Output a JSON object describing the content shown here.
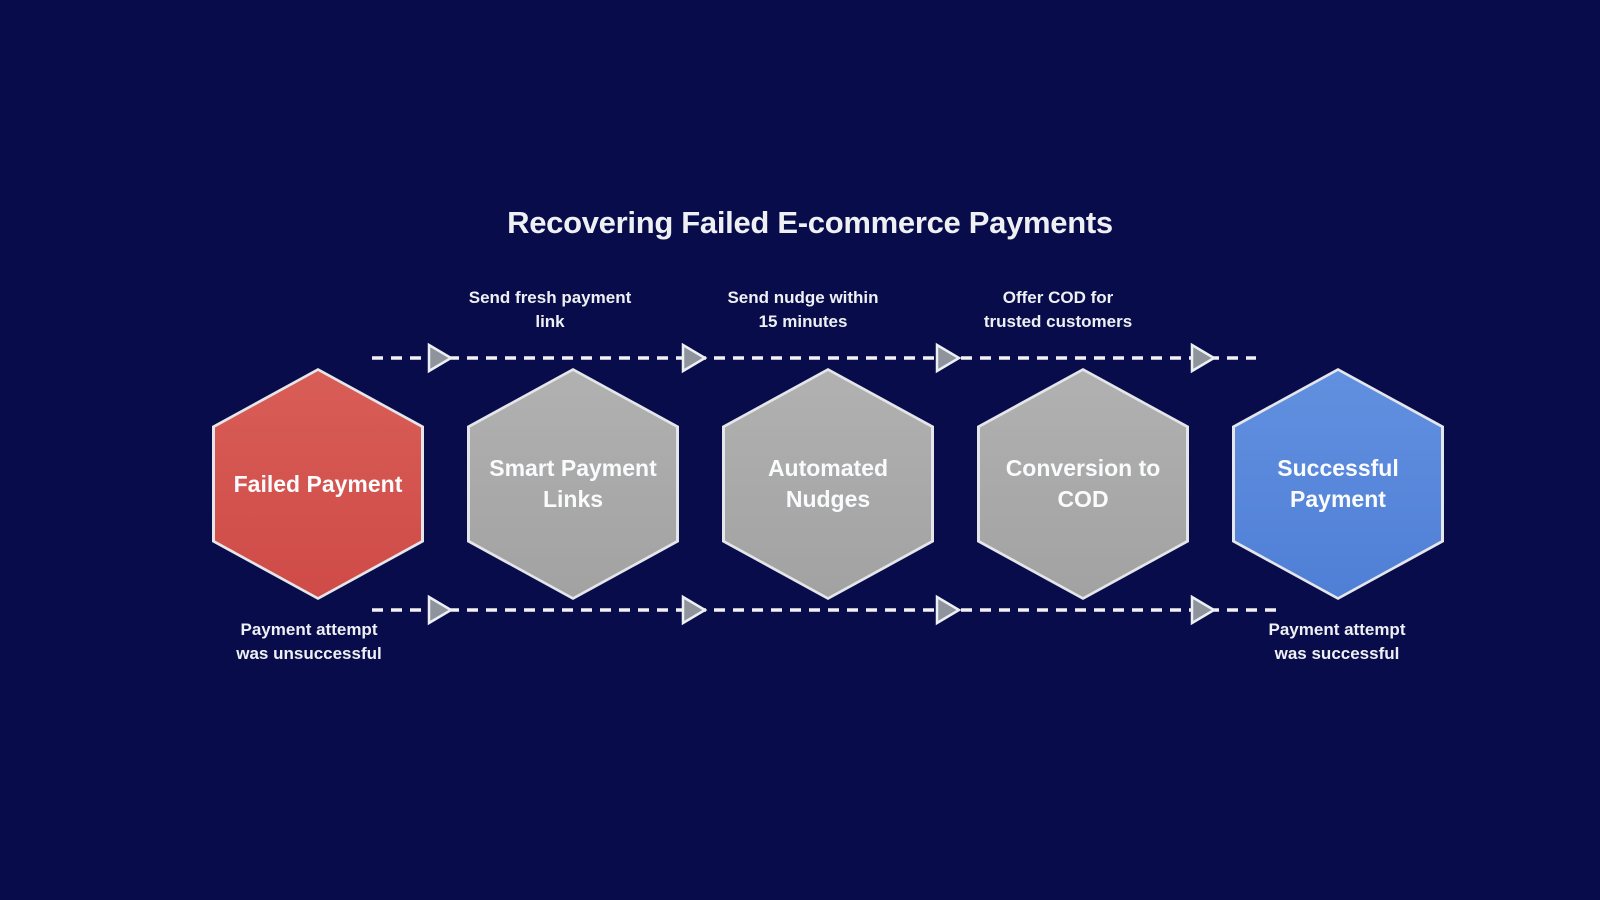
{
  "title": "Recovering Failed E-commerce Payments",
  "colors": {
    "background": "#080c4a",
    "text": "#eef0f4",
    "hex_border": "#e4e6ea",
    "dashed_line": "#f2f2f2",
    "arrowhead_fill": "#8e939c",
    "arrowhead_stroke": "#eceff3",
    "failed_red": "#d5544f",
    "step_gray": "#a9a9a9",
    "success_blue": "#5b8ddb"
  },
  "steps": [
    {
      "label": "Failed Payment",
      "fill_top": "#d95d57",
      "fill_bottom": "#cf4b48",
      "role": "start"
    },
    {
      "label": "Smart Payment\nLinks",
      "fill_top": "#b1b1b1",
      "fill_bottom": "#a2a2a2",
      "role": "middle"
    },
    {
      "label": "Automated\nNudges",
      "fill_top": "#b1b1b1",
      "fill_bottom": "#a2a2a2",
      "role": "middle"
    },
    {
      "label": "Conversion to\nCOD",
      "fill_top": "#b1b1b1",
      "fill_bottom": "#a2a2a2",
      "role": "middle"
    },
    {
      "label": "Successful\nPayment",
      "fill_top": "#6290e0",
      "fill_bottom": "#4f7fd6",
      "role": "end"
    }
  ],
  "transitions": [
    {
      "label": "Send fresh payment\nlink"
    },
    {
      "label": "Send nudge within\n15 minutes"
    },
    {
      "label": "Offer COD for\ntrusted customers"
    }
  ],
  "annotations": {
    "start": "Payment attempt\nwas unsuccessful",
    "end": "Payment attempt\nwas successful"
  }
}
